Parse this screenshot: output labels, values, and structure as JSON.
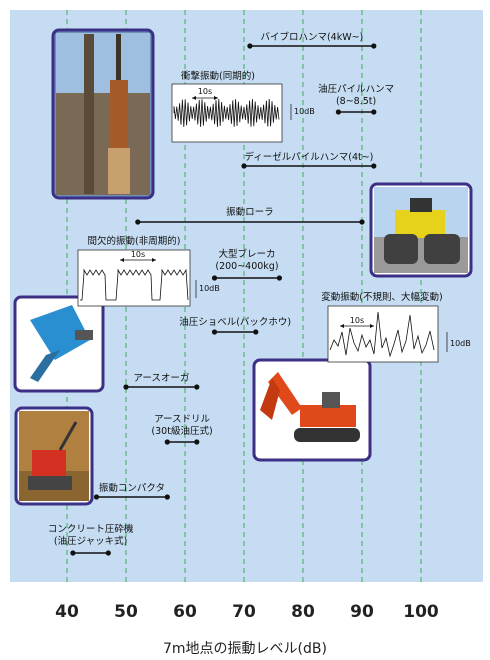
{
  "chart_data": {
    "type": "range",
    "xlabel": "7m地点の振動レベル(dB)",
    "xlim": [
      32,
      111
    ],
    "ticks": [
      40,
      50,
      60,
      70,
      80,
      90,
      100
    ],
    "grid": "vertical dashed",
    "colors": {
      "background": "#c5dcf2",
      "grid": "#3fae5a",
      "line": "#111111",
      "photo_border": "#3b2f86"
    },
    "series": [
      {
        "label": "バイブロハンマ(4kW~)",
        "range": [
          71,
          92
        ]
      },
      {
        "label": "油圧パイルハンマ\n(8~8.5t)",
        "range": [
          86,
          92
        ]
      },
      {
        "label": "ディーゼルパイルハンマ(4t~)",
        "range": [
          70,
          92
        ]
      },
      {
        "label": "振動ローラ",
        "range": [
          52,
          90
        ]
      },
      {
        "label": "大型ブレーカ\n(200~400kg)",
        "range": [
          65,
          76
        ]
      },
      {
        "label": "油圧ショベル(バックホウ)",
        "range": [
          65,
          72
        ]
      },
      {
        "label": "アースオーガ",
        "range": [
          50,
          62
        ]
      },
      {
        "label": "アースドリル\n(30t級油圧式)",
        "range": [
          57,
          62
        ]
      },
      {
        "label": "振動コンパクタ",
        "range": [
          45,
          57
        ]
      },
      {
        "label": "コンクリート圧砕機\n(油圧ジャッキ式)",
        "range": [
          41,
          47
        ]
      }
    ],
    "insets": [
      {
        "title": "衝撃振動(同期的)",
        "period": "10s",
        "scale": "10dB"
      },
      {
        "title": "間欠的振動(非周期的)",
        "period": "10s",
        "scale": "10dB"
      },
      {
        "title": "変動振動(不規則、大幅変動)",
        "period": "10s",
        "scale": "10dB"
      }
    ],
    "photos": [
      "pile-driver-photo",
      "vibration-roller-photo",
      "breaker-photo",
      "excavator-photo",
      "compactor-photo"
    ]
  }
}
